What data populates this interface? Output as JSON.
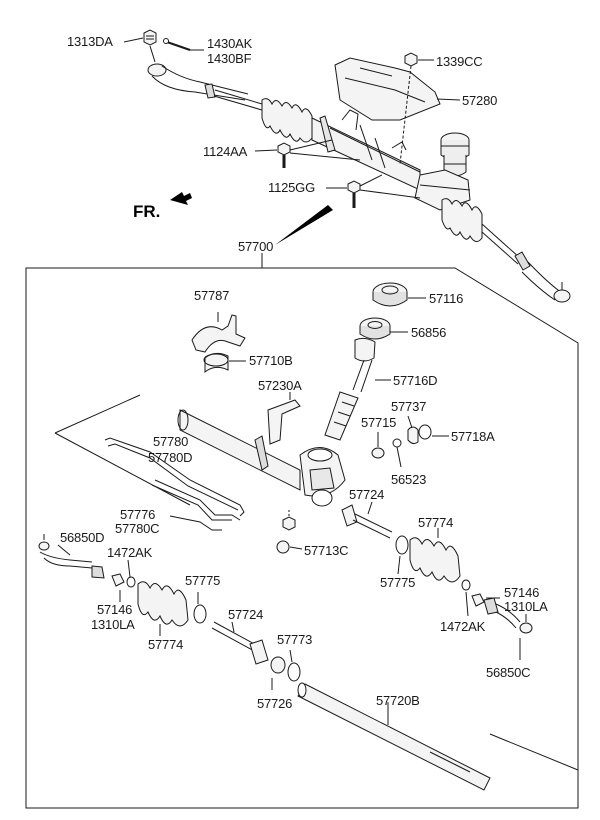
{
  "direction_label": "FR.",
  "assembly_label": "57700",
  "colors": {
    "line": "#1a1a1a",
    "part_fill": "#f4f4f4",
    "part_shade": "#cfcfcf"
  },
  "labels": {
    "p1313DA": "1313DA",
    "p1430AK": "1430AK",
    "p1430BF": "1430BF",
    "p1339CC": "1339CC",
    "p57280": "57280",
    "p1124AA": "1124AA",
    "p1125GG": "1125GG",
    "p57787": "57787",
    "p57116": "57116",
    "p56856": "56856",
    "p57710B": "57710B",
    "p57716D": "57716D",
    "p57230A": "57230A",
    "p57737": "57737",
    "p57715": "57715",
    "p57718A": "57718A",
    "p57780": "57780",
    "p57780D": "57780D",
    "p56523": "56523",
    "p57724a": "57724",
    "p57776": "57776",
    "p57780C": "57780C",
    "p57774a": "57774",
    "p56850D": "56850D",
    "p1472AKa": "1472AK",
    "p57713C": "57713C",
    "p57775a": "57775",
    "p57775b": "57775",
    "p57146a": "57146",
    "p1310LAa": "1310LA",
    "p57146b": "57146",
    "p1310LAb": "1310LA",
    "p57774b": "57774",
    "p57724b": "57724",
    "p1472AKb": "1472AK",
    "p57773": "57773",
    "p56850C": "56850C",
    "p57726": "57726",
    "p57720B": "57720B"
  }
}
